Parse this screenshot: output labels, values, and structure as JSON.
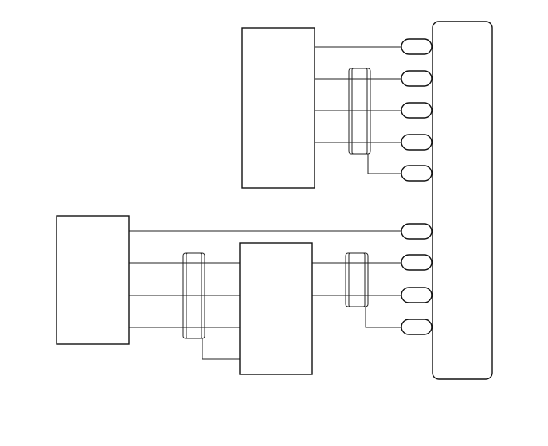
{
  "diagram": {
    "type": "wiring-diagram",
    "labels": [],
    "colors": {
      "line": "#222222",
      "outline": "#111111",
      "background": "#ffffff"
    },
    "components": [
      {
        "id": "upper-module",
        "kind": "module-box"
      },
      {
        "id": "lower-left-module",
        "kind": "module-box"
      },
      {
        "id": "lower-middle-module",
        "kind": "module-box"
      },
      {
        "id": "connector",
        "kind": "terminal-block",
        "pin_count": 9
      }
    ],
    "connections": [
      {
        "from": "upper-module",
        "to": "connector",
        "wire_count": 4,
        "shielded_wires": 3,
        "shield_drain_to_pin": 5
      },
      {
        "from": "lower-left-module",
        "to": "connector",
        "wire_count": 1,
        "shielded_wires": 0
      },
      {
        "from": "lower-left-module",
        "to": "lower-middle-module",
        "wire_count": 3,
        "shielded_wires": 3,
        "shield_drain_to": "lower-middle-module"
      },
      {
        "from": "lower-middle-module",
        "to": "connector",
        "wire_count": 2,
        "shielded_wires": 2,
        "shield_drain_to_pin": 9
      }
    ]
  }
}
